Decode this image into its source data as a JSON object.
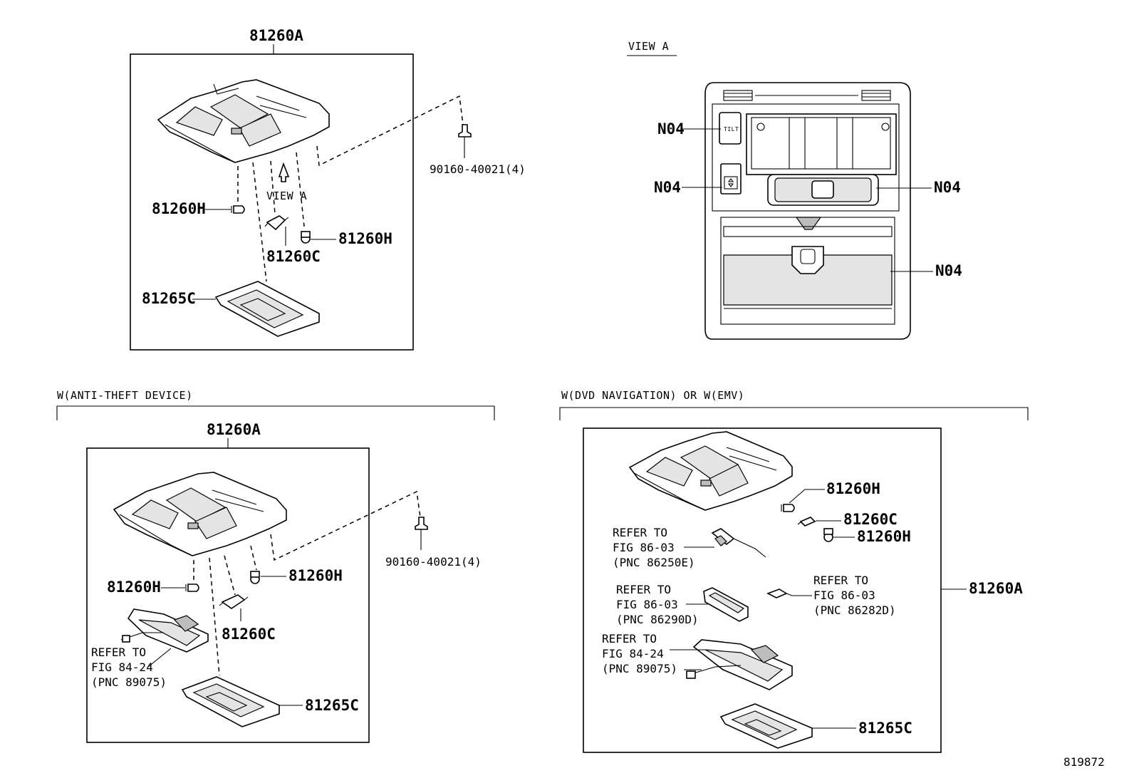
{
  "top_left": {
    "assembly": "81260A",
    "screw": "90160-40021(4)",
    "bulb_h_left": "81260H",
    "bulb_h_right": "81260H",
    "bulb_c": "81260C",
    "lens": "81265C",
    "view_arrow": "VIEW A"
  },
  "view_a": {
    "title": "VIEW A",
    "callouts": [
      "N04",
      "N04",
      "N04",
      "N04"
    ],
    "switch_text": "TILT"
  },
  "anti_theft": {
    "heading": "W(ANTI-THEFT DEVICE)",
    "assembly": "81260A",
    "screw": "90160-40021(4)",
    "bulb_h_left": "81260H",
    "bulb_h_right": "81260H",
    "bulb_c": "81260C",
    "lens": "81265C",
    "refer": [
      "REFER TO",
      "FIG 84-24",
      "(PNC 89075)"
    ]
  },
  "dvd_nav": {
    "heading": "W(DVD NAVIGATION) OR W(EMV)",
    "assembly": "81260A",
    "bulb_h_top": "81260H",
    "bulb_c": "81260C",
    "bulb_h_bottom": "81260H",
    "lens": "81265C",
    "refer_a": [
      "REFER TO",
      "FIG 86-03",
      "(PNC 86250E)"
    ],
    "refer_b": [
      "REFER TO",
      "FIG 86-03",
      "(PNC 86290D)"
    ],
    "refer_c": [
      "REFER TO",
      "FIG 86-03",
      "(PNC 86282D)"
    ],
    "refer_d": [
      "REFER TO",
      "FIG 84-24",
      "(PNC 89075)"
    ]
  },
  "drawing_number": "819872"
}
